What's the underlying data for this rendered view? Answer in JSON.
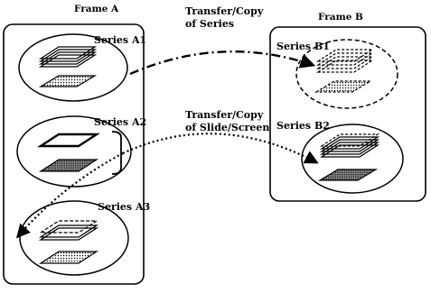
{
  "frames": [
    {
      "title": "Frame A"
    },
    {
      "title": "Frame B"
    }
  ],
  "series": [
    {
      "label": "Series A1"
    },
    {
      "label": "Series A2"
    },
    {
      "label": "Series A3"
    },
    {
      "label": "Series B1"
    },
    {
      "label": "Series B2"
    }
  ],
  "transfers": [
    {
      "line1": "Transfer/Copy",
      "line2": "of Series"
    },
    {
      "line1": "Transfer/Copy",
      "line2": "of Slide/Screen"
    }
  ],
  "colors": {
    "ink": "#000000",
    "paper": "#ffffff",
    "fill": "#d8d8d8",
    "dark_fill": "#555555"
  }
}
